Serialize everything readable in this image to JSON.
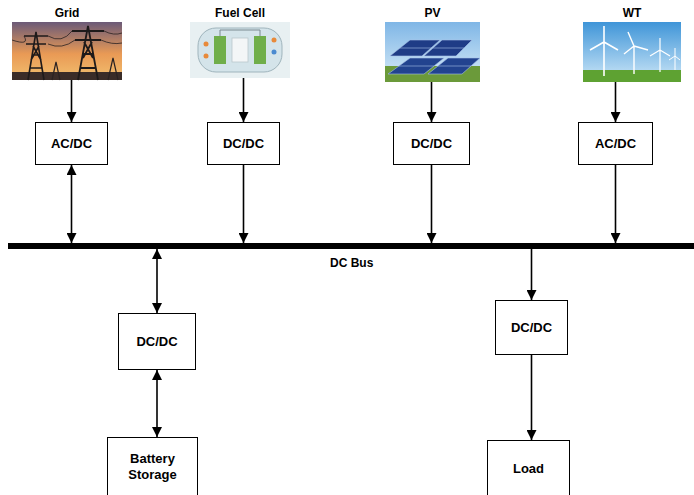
{
  "diagram": {
    "nodes": [
      {
        "text": [
          "Grid"
        ]
      },
      {
        "text": [
          "Fuel Cell"
        ]
      },
      {
        "text": [
          "PV"
        ]
      },
      {
        "text": [
          "WT"
        ]
      },
      {
        "text": [
          "AC/DC"
        ]
      },
      {
        "text": [
          "DC/DC"
        ]
      },
      {
        "text": [
          "DC/DC"
        ]
      },
      {
        "text": [
          "AC/DC"
        ]
      },
      {
        "text": [
          "DC Bus"
        ]
      },
      {
        "text": [
          "DC/DC"
        ]
      },
      {
        "text": [
          "DC/DC"
        ]
      },
      {
        "text": [
          "Battery Storage"
        ]
      },
      {
        "text": [
          "Load"
        ]
      }
    ],
    "edges": [
      {
        "from": 0,
        "to": 4,
        "arrow": "to"
      },
      {
        "from": 4,
        "to": 8,
        "arrow": "both"
      },
      {
        "from": 1,
        "to": 5,
        "arrow": "to"
      },
      {
        "from": 5,
        "to": 8,
        "arrow": "to"
      },
      {
        "from": 2,
        "to": 6,
        "arrow": "to"
      },
      {
        "from": 6,
        "to": 8,
        "arrow": "to"
      },
      {
        "from": 3,
        "to": 7,
        "arrow": "to"
      },
      {
        "from": 7,
        "to": 8,
        "arrow": "to"
      },
      {
        "from": 8,
        "to": 9,
        "arrow": "both"
      },
      {
        "from": 9,
        "to": 11,
        "arrow": "both"
      },
      {
        "from": 8,
        "to": 10,
        "arrow": "to"
      },
      {
        "from": 10,
        "to": 12,
        "arrow": "to"
      }
    ]
  }
}
